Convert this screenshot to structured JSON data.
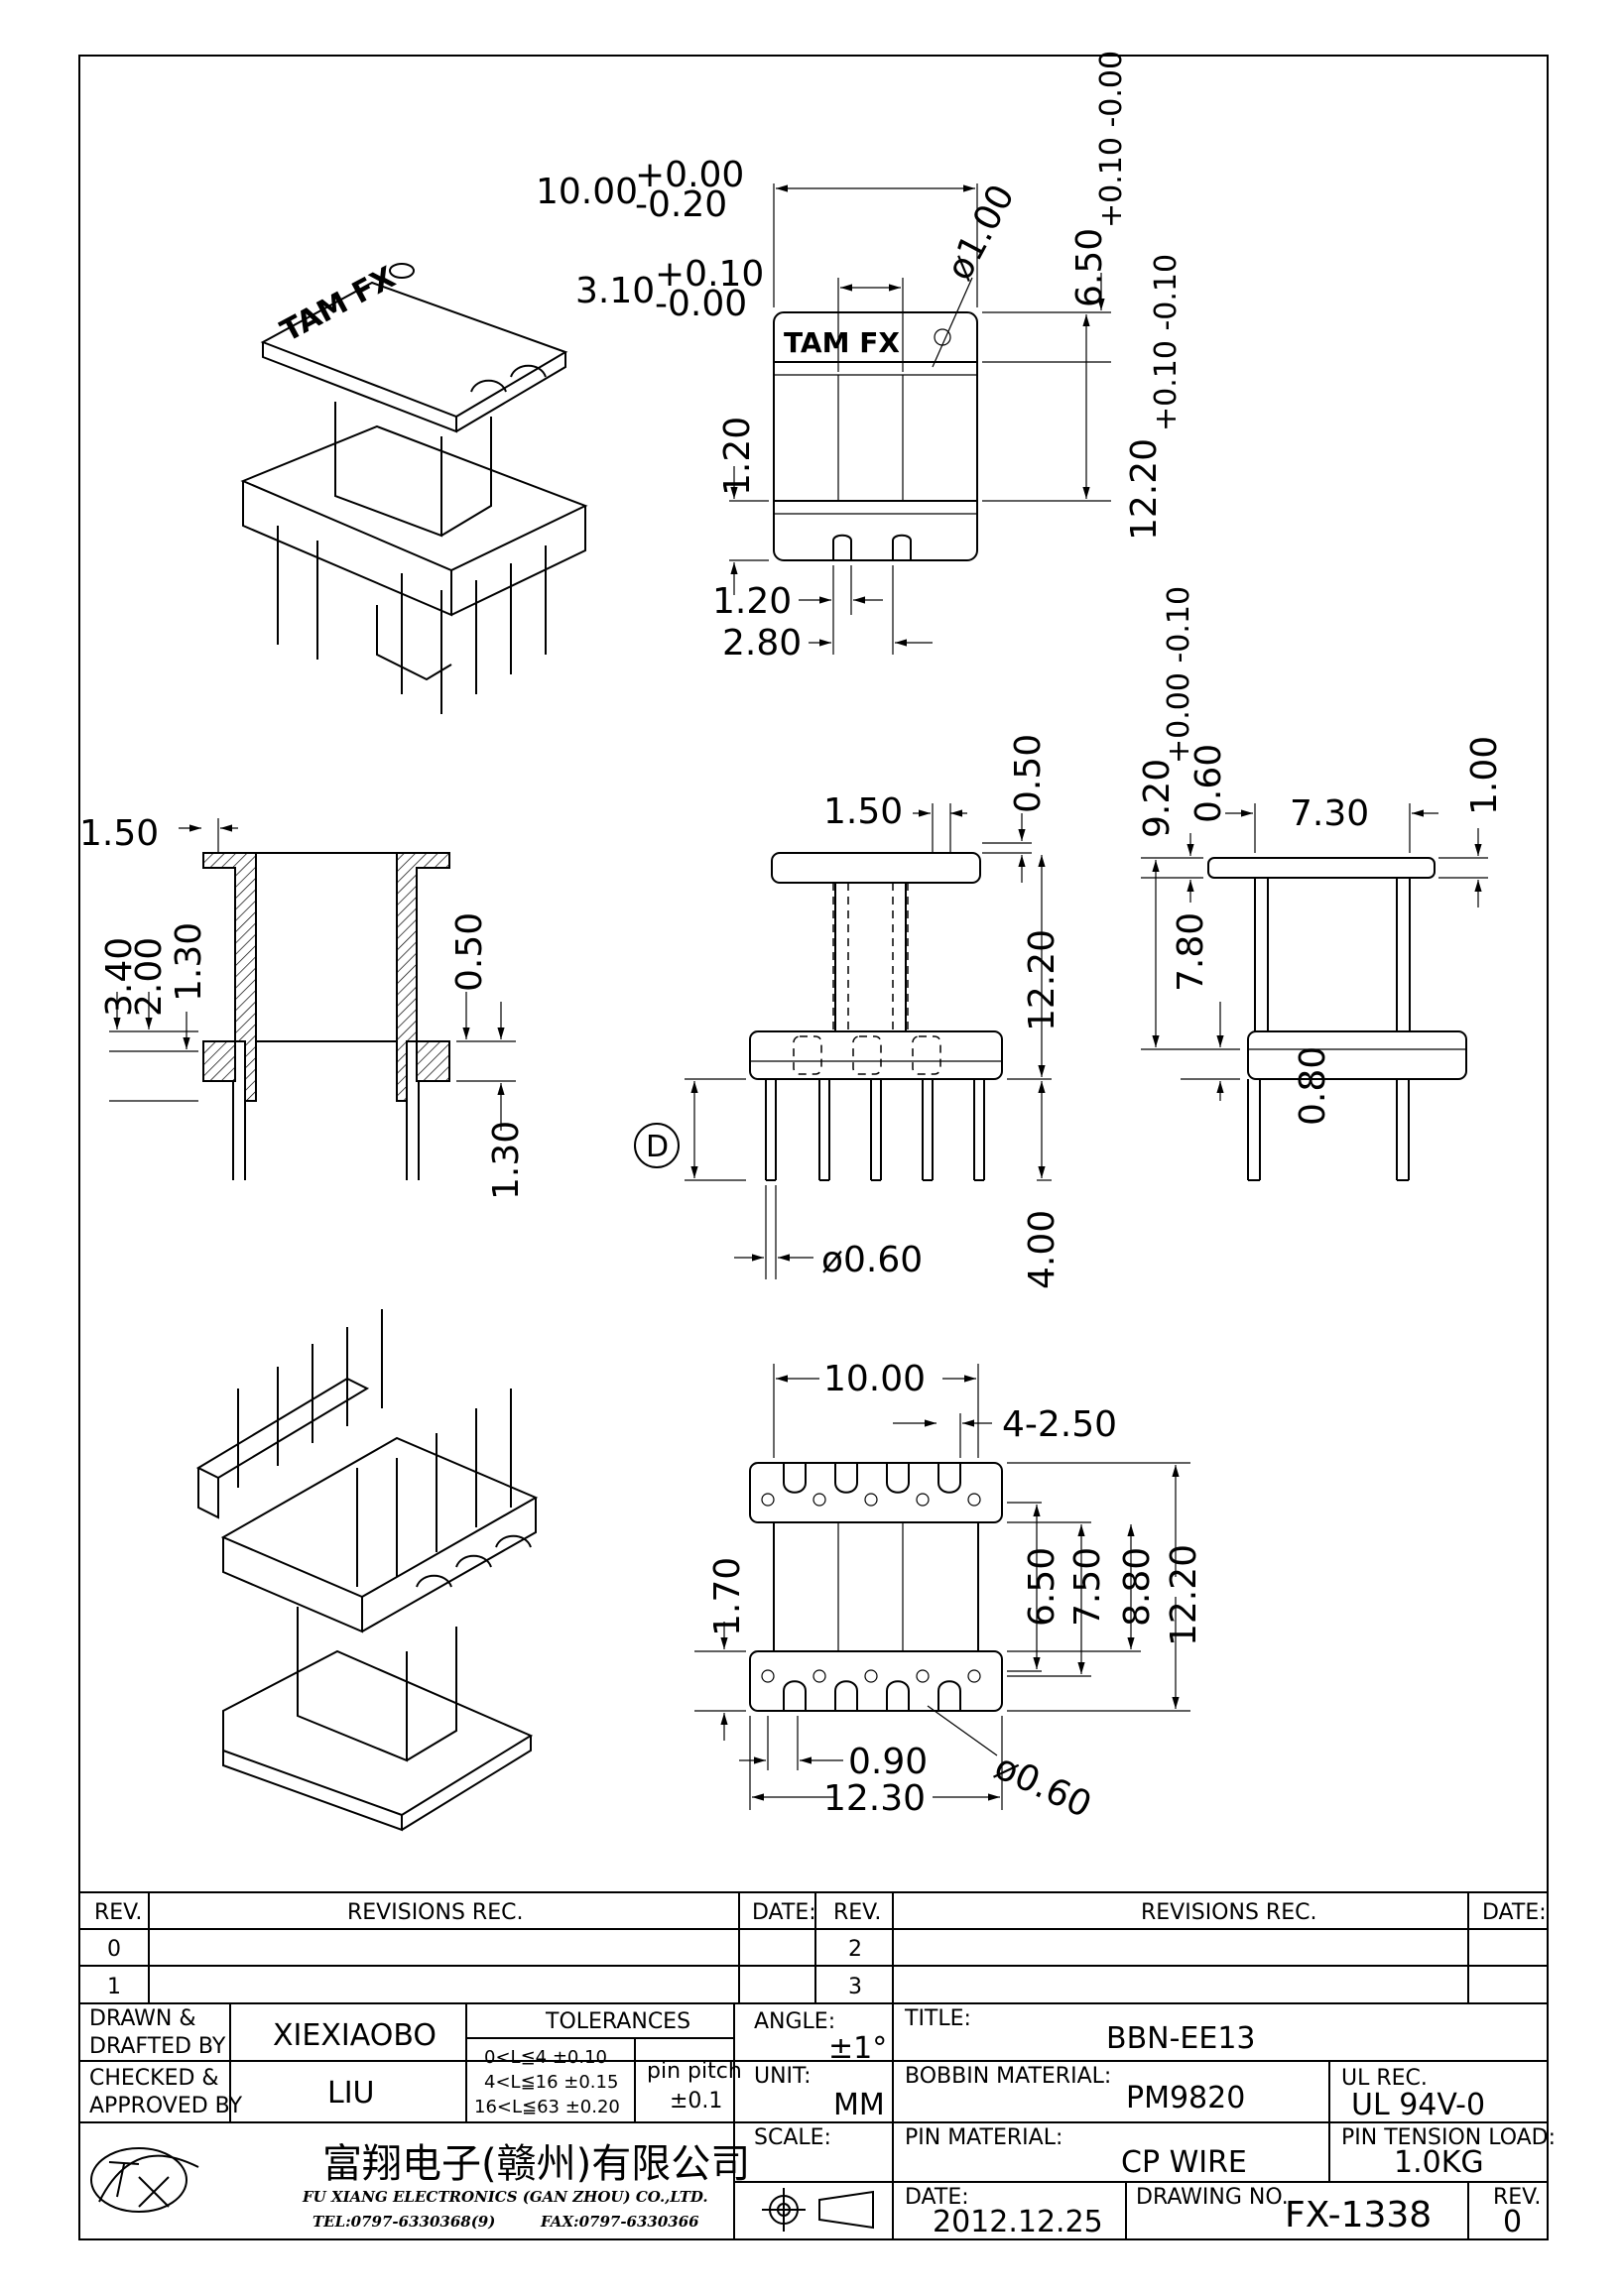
{
  "dims": {
    "top_width": "10.00",
    "top_width_plus": "+0.00",
    "top_width_minus": "-0.20",
    "slot_width": "3.10",
    "slot_plus": "+0.10",
    "slot_minus": "-0.00",
    "hole_dia": "ø1.00",
    "vert_65": "6.50",
    "vert_65_tol": "+0.10 -0.00",
    "vert_1220": "12.20",
    "vert_1220_tol": "+0.10 -0.10",
    "d_120_side": "1.20",
    "d_120_bottom": "1.20",
    "d_280": "2.80",
    "d_150_left": "1.50",
    "d_340": "3.40",
    "d_200": "2.00",
    "d_130_a": "1.30",
    "d_050_a": "0.50",
    "d_130_b": "1.30",
    "d_150_mid": "1.50",
    "d_050_mid": "0.50",
    "d_1220_mid": "12.20",
    "d_400": "4.00",
    "d_pin_dia": "ø0.60",
    "d_label": "D",
    "d_920": "9.20",
    "d_920_tol": "+0.00 -0.10",
    "d_060": "0.60",
    "d_730": "7.30",
    "d_100": "1.00",
    "d_780": "7.80",
    "d_080": "0.80",
    "b_1000": "10.00",
    "b_4250": "4-2.50",
    "b_170": "1.70",
    "b_650": "6.50",
    "b_750": "7.50",
    "b_880": "8.80",
    "b_1220": "12.20",
    "b_090": "0.90",
    "b_1230": "12.30",
    "b_060": "ø0.60",
    "logo_text": "TAM FX"
  },
  "titleblock": {
    "rev_h": "REV.",
    "rev_rec_h": "REVISIONS REC.",
    "date_h": "DATE:",
    "rev_0": "0",
    "rev_1": "1",
    "rev_2": "2",
    "rev_3": "3",
    "drawn_l1": "DRAWN &",
    "drawn_l2": "DRAFTED BY",
    "drawn_v": "XIEXIAOBO",
    "checked_l1": "CHECKED &",
    "checked_l2": "APPROVED BY",
    "checked_v": "LIU",
    "tol_h": "TOLERANCES",
    "tol_1": "0<L≦4   ±0.10",
    "tol_2": "4<L≦16  ±0.15",
    "tol_3": "16<L≦63  ±0.20",
    "pitch_l1": "pin pitch",
    "pitch_l2": "±0.1",
    "angle_l": "ANGLE:",
    "angle_v": "±1°",
    "unit_l": "UNIT:",
    "unit_v": "MM",
    "scale_l": "SCALE:",
    "title_l": "TITLE:",
    "title_v": "BBN-EE13",
    "bobbin_l": "BOBBIN MATERIAL:",
    "bobbin_v": "PM9820",
    "ul_l": "UL REC.",
    "ul_v": "UL 94V-0",
    "pin_mat_l": "PIN MATERIAL:",
    "pin_mat_v": "CP WIRE",
    "tension_l": "PIN TENSION LOAD:",
    "tension_v": "1.0KG",
    "date_l": "DATE:",
    "date_v": "2012.12.25",
    "dwg_l": "DRAWING NO.",
    "dwg_v": "FX-1338",
    "rev_l": "REV.",
    "rev_v": "0",
    "company_cn": "富翔电子(赣州)有限公司",
    "company_en": "FU XIANG ELECTRONICS (GAN ZHOU) CO.,LTD.",
    "tel": "TEL:0797-6330368(9)",
    "fax": "FAX:0797-6330366"
  }
}
